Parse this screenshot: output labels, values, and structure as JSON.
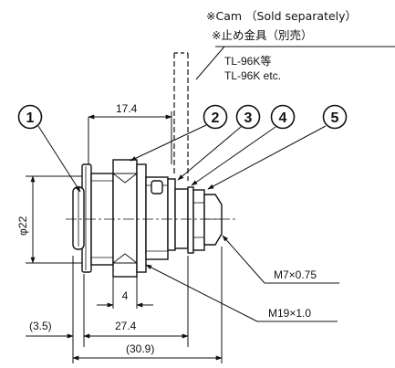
{
  "notes": {
    "cam_en": "※Cam （Sold separately）",
    "cam_ja": "※止め金具（別売）",
    "part_ja": "TL-96K等",
    "part_en": "TL-96K etc."
  },
  "callouts": [
    "1",
    "2",
    "3",
    "4",
    "5"
  ],
  "dimensions": {
    "top_width": "17.4",
    "diameter": "φ22",
    "step": "4",
    "front_offset": "(3.5)",
    "body_length": "27.4",
    "overall_length": "(30.9)"
  },
  "threads": {
    "small": "M7×0.75",
    "large": "M19×1.0"
  }
}
